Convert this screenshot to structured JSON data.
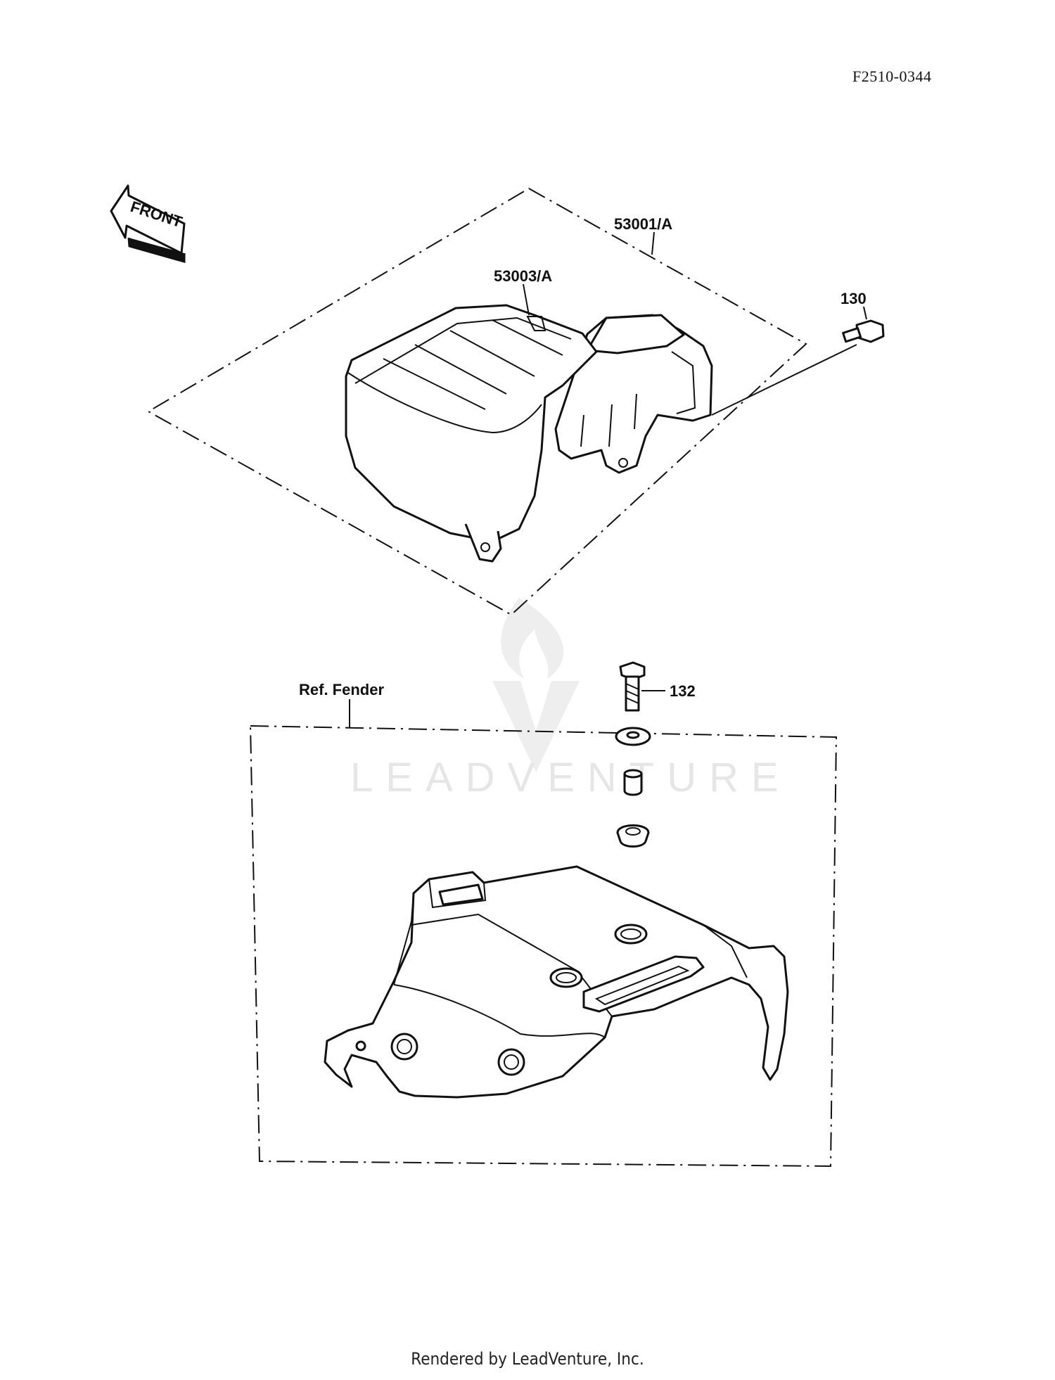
{
  "ref_code": "F2510-0344",
  "footer": "Rendered by LeadVenture, Inc.",
  "arrow_label": "FRONT",
  "watermark": "LEADVENTURE",
  "callouts": {
    "seat_assembly": "53001/A",
    "seat_cover": "53003/A",
    "bolt_top": "130",
    "bolt_fender": "132",
    "ref_fender": "Ref. Fender"
  },
  "colors": {
    "line": "#111111",
    "watermark": "#e6e6e6"
  }
}
